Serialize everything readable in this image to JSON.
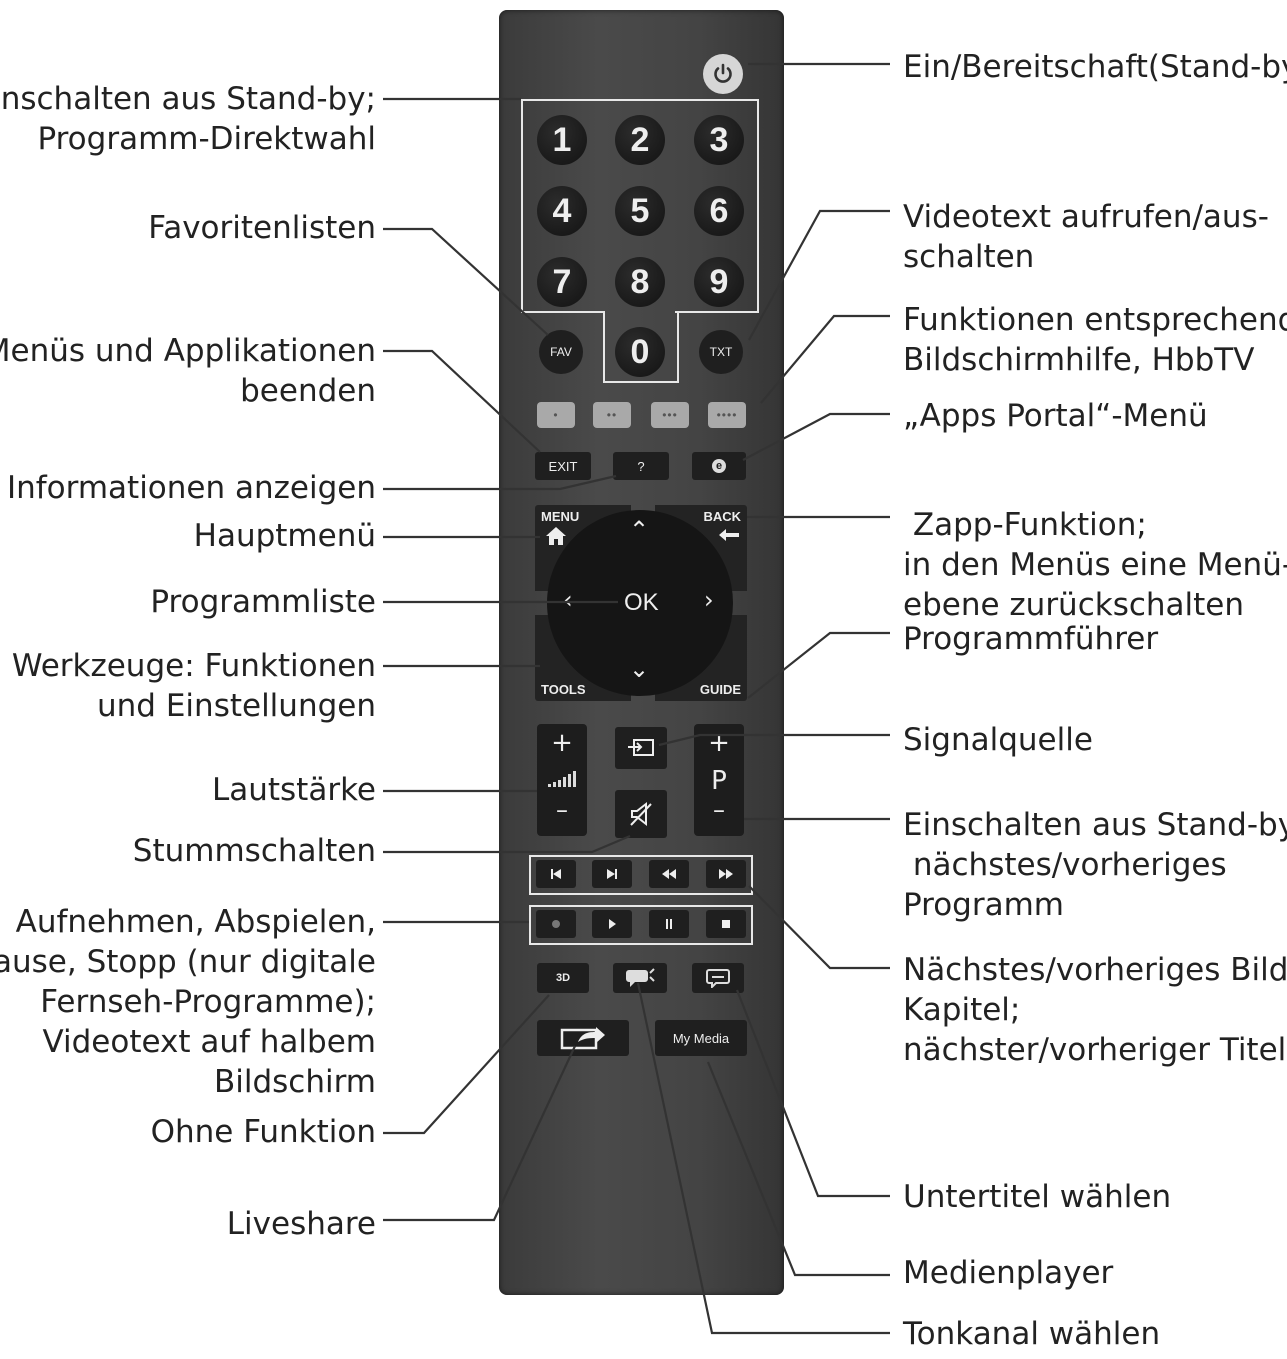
{
  "remote": {
    "numbers": [
      "1",
      "2",
      "3",
      "4",
      "5",
      "6",
      "7",
      "8",
      "9",
      "0"
    ],
    "fav": "FAV",
    "txt": "TXT",
    "color_buttons": [
      "•",
      "••",
      "•••",
      "••••"
    ],
    "exit": "EXIT",
    "info": "?",
    "apps": "e",
    "menu": "MENU",
    "back": "BACK",
    "ok": "OK",
    "tools": "TOOLS",
    "guide": "GUIDE",
    "vol_plus": "+",
    "vol_minus": "–",
    "prog_plus": "+",
    "prog_letter": "P",
    "prog_minus": "–",
    "btn_3d": "3D",
    "my_media": "My Media"
  },
  "labels_left": [
    "Einschalten aus Stand-by;\nProgramm-Direktwahl",
    "Favoritenlisten",
    "Menüs und Applikationen\nbeenden",
    "Informationen anzeigen",
    "Hauptmenü",
    "Programmliste",
    "Werkzeuge: Funktionen\nund Einstellungen",
    "Lautstärke",
    "Stummschalten",
    "Aufnehmen, Abspielen,\nPause, Stopp (nur digitale\nFernseh-Programme);\nVideotext auf halbem\nBildschirm",
    "Ohne Funktion",
    "Liveshare"
  ],
  "labels_right": [
    "Ein/Bereitschaft(Stand-by).",
    "Videotext aufrufen/aus-\nschalten",
    "Funktionen entsprechend\nBildschirmhilfe, HbbTV",
    "„Apps Portal“-Menü",
    " Zapp-Funktion;\nin den Menüs eine Menü-\nebene zurückschalten",
    "Programmführer",
    "Signalquelle",
    "Einschalten aus Stand-by;\n nächstes/vorheriges\nProgramm",
    "Nächstes/vorheriges Bild/\nKapitel;\nnächster/vorheriger Titel",
    "Untertitel wählen",
    "Medienplayer",
    "Tonkanal wählen"
  ],
  "icons": [
    "power-icon",
    "home-icon",
    "back-arrow-icon",
    "source-icon",
    "mute-icon",
    "volume-bars-icon",
    "skip-back-icon",
    "skip-forward-icon",
    "rewind-icon",
    "fast-forward-icon",
    "record-icon",
    "play-icon",
    "pause-icon",
    "stop-icon",
    "audio-icon",
    "subtitle-icon",
    "liveshare-icon"
  ]
}
